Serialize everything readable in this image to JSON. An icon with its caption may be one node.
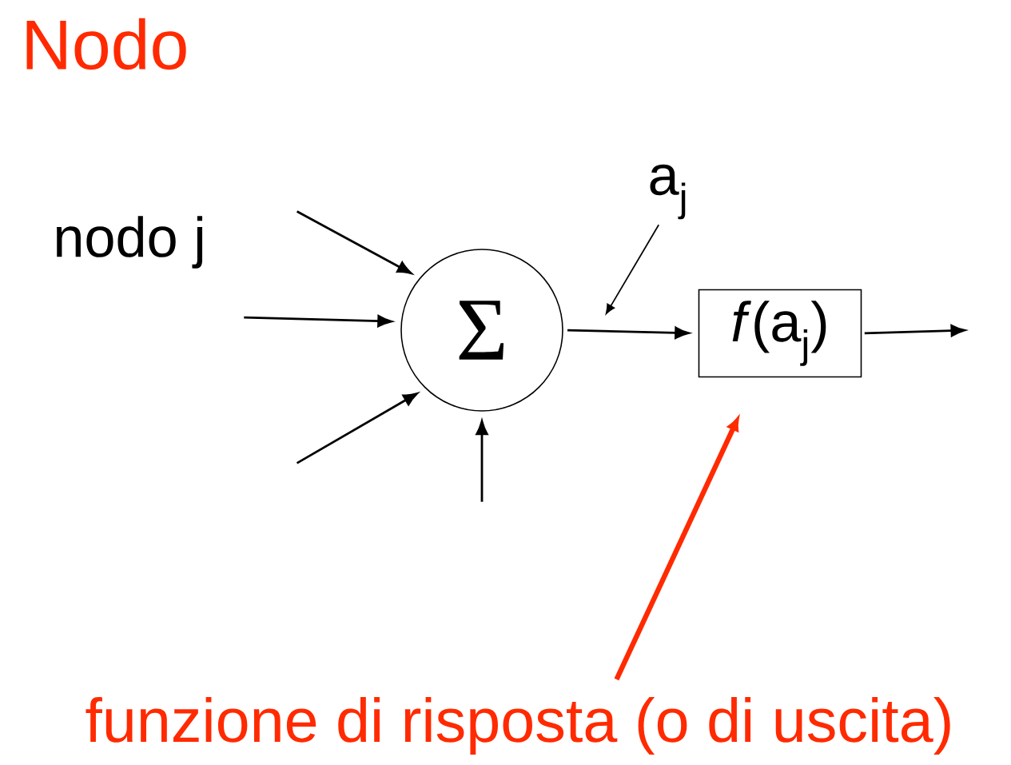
{
  "diagram": {
    "title": "Nodo",
    "nodes": [
      {
        "text": [
          "Σ"
        ]
      },
      {
        "text": [
          "*f*(a$_{j}$)"
        ]
      },
      {
        "text": [
          "a$_{j}$"
        ]
      },
      {
        "text": [
          "funzione di risposta (o di uscita)"
        ]
      }
    ],
    "edges": [
      {
        "from": null,
        "to": 0,
        "arrow": "to"
      },
      {
        "from": null,
        "to": 0,
        "arrow": "to"
      },
      {
        "from": null,
        "to": 0,
        "arrow": "to"
      },
      {
        "from": null,
        "to": 0,
        "arrow": "to"
      },
      {
        "from": 0,
        "to": 1,
        "arrow": "to"
      },
      {
        "from": 1,
        "to": null,
        "arrow": "to"
      },
      {
        "from": 2,
        "to": null,
        "arrow": "to"
      },
      {
        "from": 3,
        "to": 1,
        "arrow": "to",
        "style": "thick",
        "color": "#ff2a00"
      }
    ],
    "labels": [
      "nodo j"
    ]
  }
}
